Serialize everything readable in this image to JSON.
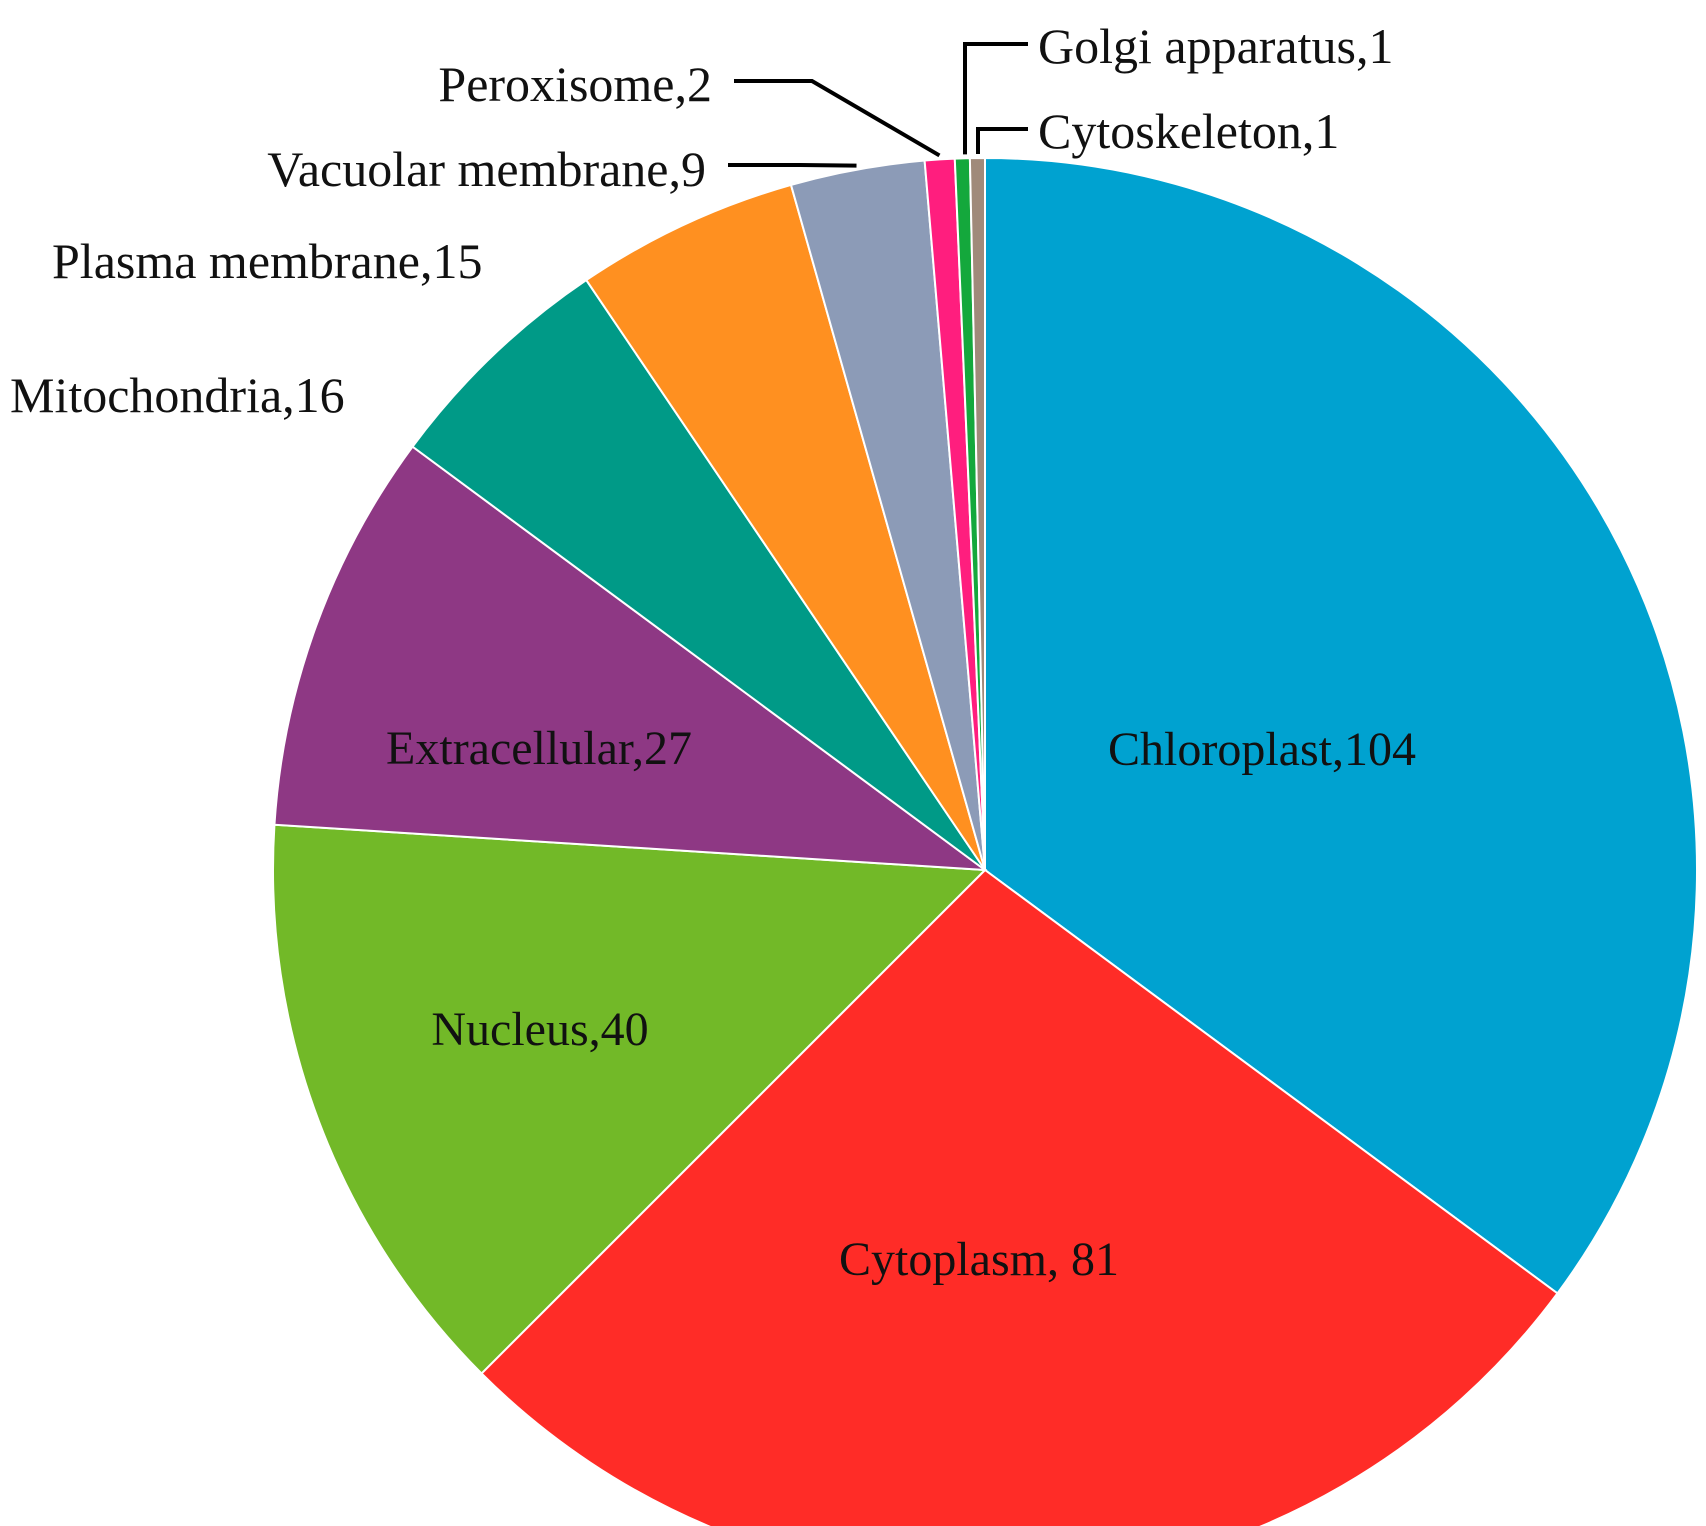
{
  "chart_data": {
    "type": "pie",
    "title": "",
    "slices": [
      {
        "name": "Chloroplast",
        "value": 104,
        "label": "Chloroplast,104",
        "color": "#00A2D0"
      },
      {
        "name": "Cytoplasm",
        "value": 81,
        "label": "Cytoplasm, 81",
        "color": "#FF2C27"
      },
      {
        "name": "Nucleus",
        "value": 40,
        "label": "Nucleus,40",
        "color": "#72B928"
      },
      {
        "name": "Extracellular",
        "value": 27,
        "label": "Extracellular,27",
        "color": "#8E3884"
      },
      {
        "name": "Mitochondria",
        "value": 16,
        "label": "Mitochondria,16",
        "color": "#009A87"
      },
      {
        "name": "Plasma membrane",
        "value": 15,
        "label": "Plasma membrane,15",
        "color": "#FF9020"
      },
      {
        "name": "Vacuolar membrane",
        "value": 9,
        "label": "Vacuolar membrane,9",
        "color": "#8C9BB7"
      },
      {
        "name": "Peroxisome",
        "value": 2,
        "label": "Peroxisome,2",
        "color": "#FF1E7E"
      },
      {
        "name": "Golgi apparatus",
        "value": 1,
        "label": "Golgi apparatus,1",
        "color": "#14A83C"
      },
      {
        "name": "Cytoskeleton",
        "value": 1,
        "label": "Cytoskeleton,1",
        "color": "#A08A7A"
      }
    ]
  }
}
